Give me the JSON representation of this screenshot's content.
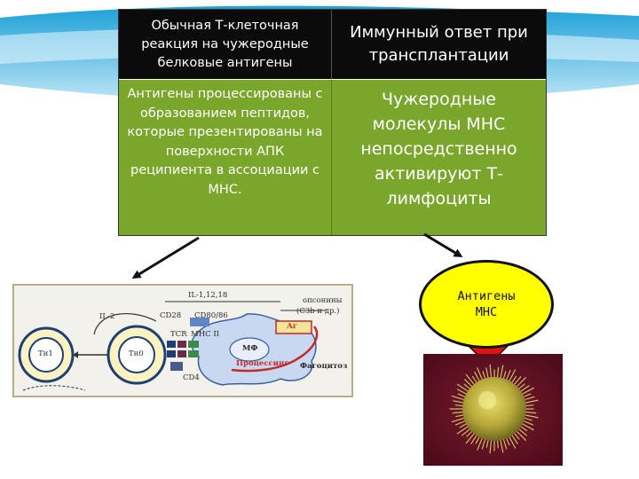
{
  "table": {
    "header_left": "Обычная Т-клеточная реакция на чужеродные белковые антигены",
    "header_right": "Иммунный ответ при трансплантации",
    "body_left": "Антигены процессированы с образованием пептидов, которые презентированы на поверхности АПК реципиента в ассоциации с МНС.",
    "body_right": "Чужеродные молекулы МНС непосредственно активируют Т-лимфоциты"
  },
  "diagram": {
    "labels": {
      "il_1_12_18": "IL-1,12,18",
      "il_2": "IL-2",
      "cd28": "CD28",
      "cd80_86": "CD80/86",
      "opsonins": "опсонины",
      "opsonins_sub": "(C3b и др.)",
      "tcr": "TCR",
      "mhc2": "MHC II",
      "mf": "МФ",
      "ag": "Аг",
      "processing": "Процессинг",
      "phagocytosis": "Фагоцитоз",
      "cd4": "CD4",
      "th1": "Тн1",
      "th0": "Тн0"
    }
  },
  "ellipse": {
    "text": "Антигены МНС"
  },
  "colors": {
    "header_bg": "#0b0b0b",
    "body_bg": "#7aa62c",
    "ellipse_fill": "#ffff00",
    "arrow_red": "#e11212"
  }
}
